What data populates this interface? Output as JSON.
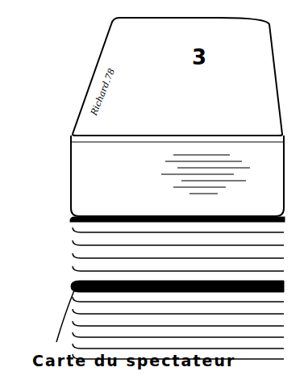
{
  "diagram": {
    "nodes": [
      {
        "text": [
          "3"
        ]
      }
    ],
    "labels": [
      "Richard.78",
      "Carte du spectateur"
    ]
  }
}
